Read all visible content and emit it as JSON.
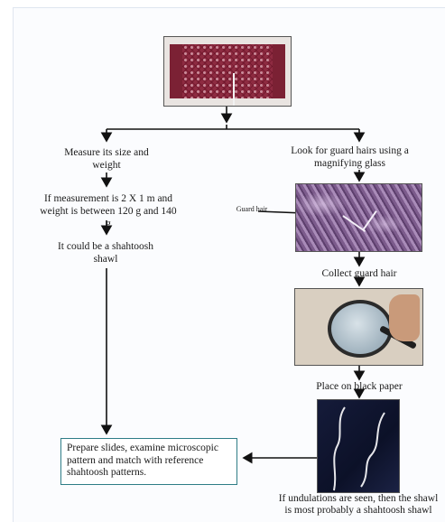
{
  "steps": {
    "measure": "Measure its size and weight",
    "if_measurement": "If measurement is  2 X 1 m and weight is between 120 g and 140 g",
    "could_be": "It could be a shahtoosh shawl",
    "look_for": "Look for guard hairs using a magnifying glass",
    "guard_hair_label": "Guard hair",
    "collect": "Collect guard hair",
    "place": "Place  on black paper",
    "if_undulations": "If undulations are seen, then the shawl is most probably a shahtoosh shawl",
    "prepare": "Prepare slides, examine microscopic pattern and match with reference shahtoosh patterns."
  },
  "colors": {
    "box_border": "#2e7d86",
    "arrow": "#111111",
    "shawl": "#8e2b41"
  }
}
